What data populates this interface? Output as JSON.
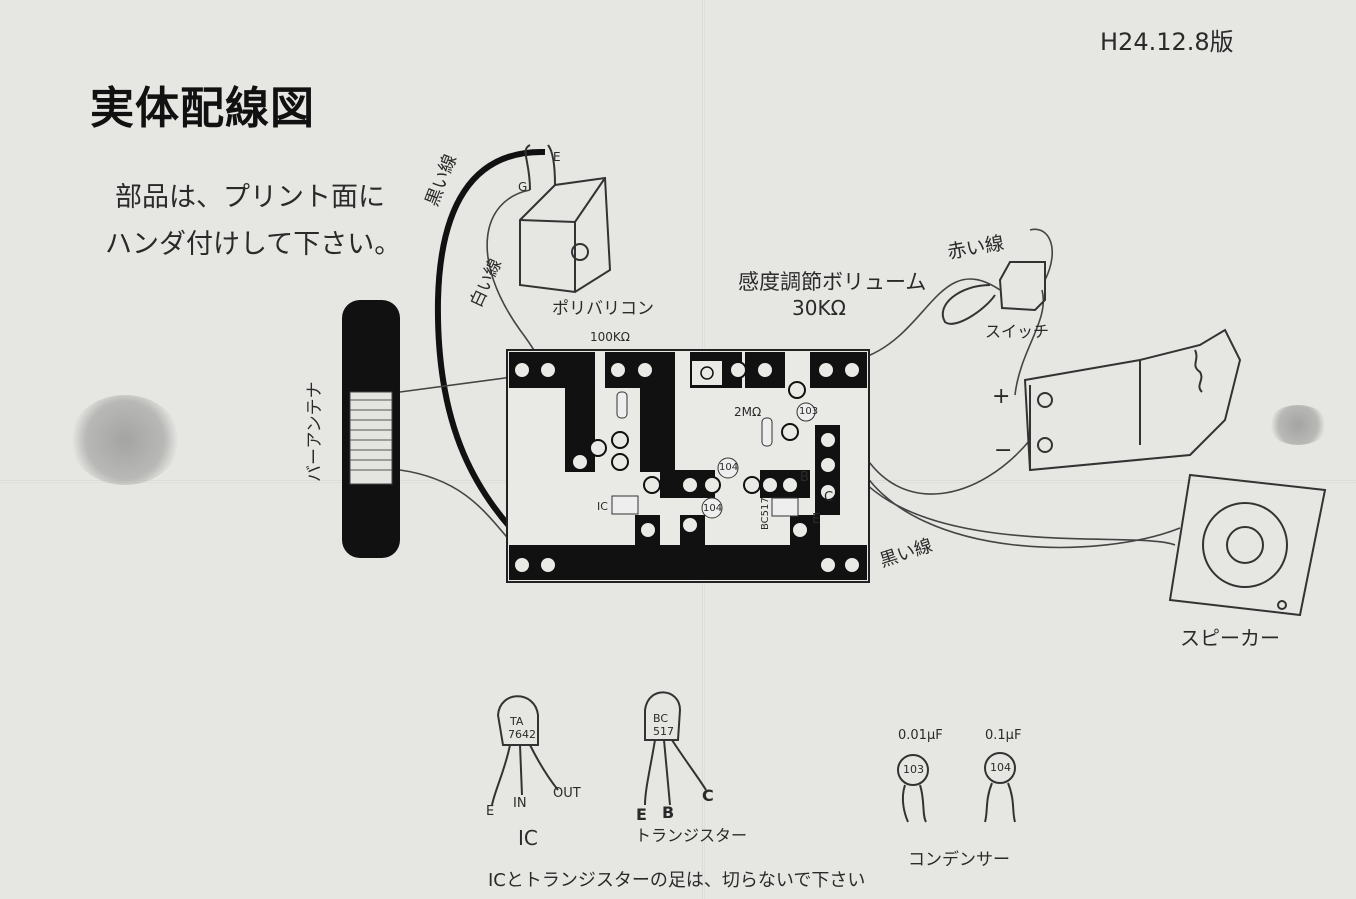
{
  "title": "実体配線図",
  "version_date": "H24.12.8版",
  "instruction": {
    "line1": "部品は、プリント面に",
    "line2": "ハンダ付けして下さい。"
  },
  "labels": {
    "black_wire_top": "黒い線",
    "white_wire": "白い線",
    "polyvaricon": "ポリバリコン",
    "pin_g": "G",
    "pin_e": "E",
    "volume_title": "感度調節ボリューム",
    "volume_value": "30KΩ",
    "red_wire": "赤い線",
    "switch": "スイッチ",
    "plus": "+",
    "minus": "−",
    "bar_antenna": "バーアンテナ",
    "black_wire_bottom": "黒い線",
    "speaker": "スピーカー",
    "r_100k": "100KΩ",
    "r_2m": "2MΩ",
    "cap_103": "103",
    "cap_104_a": "104",
    "cap_104_b": "104",
    "ic_board": "IC",
    "pin_b": "B",
    "pin_c": "C",
    "pin_e_board": "E",
    "transistor_board": "BC517"
  },
  "legend": {
    "ic": {
      "chip_line1": "TA",
      "chip_line2": "7642",
      "pin_e": "E",
      "pin_in": "IN",
      "pin_out": "OUT",
      "caption": "IC"
    },
    "transistor": {
      "chip_line1": "BC",
      "chip_line2": "517",
      "pin_e": "E",
      "pin_b": "B",
      "pin_c": "C",
      "caption": "トランジスター"
    },
    "capacitors": {
      "c1_value": "0.01μF",
      "c1_code": "103",
      "c2_value": "0.1μF",
      "c2_code": "104",
      "caption": "コンデンサー"
    }
  },
  "footer_note": "ICとトランジスターの足は、切らないで下さい"
}
